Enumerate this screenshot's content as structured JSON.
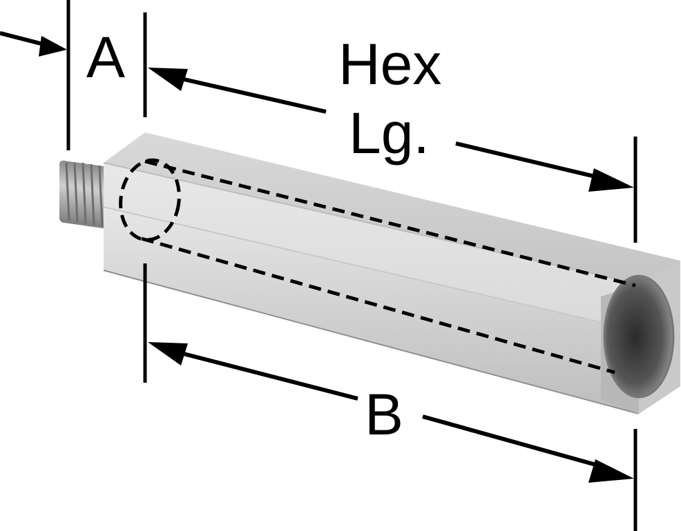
{
  "diagram": {
    "labels": {
      "a": "A",
      "hex_line1": "Hex",
      "hex_line2": "Lg.",
      "b": "B"
    },
    "colors": {
      "ink": "#000000",
      "metal_light": "#e9e9e9",
      "metal_mid": "#cfcfcf",
      "metal_dark": "#9a9a9a",
      "thread": "#b5b5b5"
    }
  }
}
